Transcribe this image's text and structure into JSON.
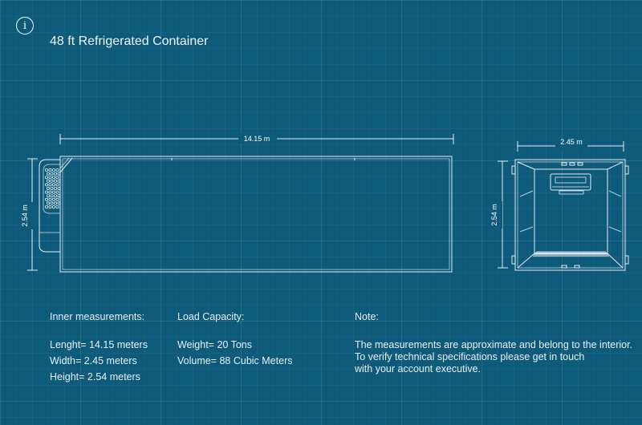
{
  "page": {
    "title": "48 ft Refrigerated Container",
    "info_icon": "info-icon"
  },
  "diagram": {
    "side_view": {
      "length_label": "14.15 m",
      "height_label": "2.54 m"
    },
    "end_view": {
      "width_label": "2.45 m",
      "height_label": "2.54 m"
    }
  },
  "specs": {
    "inner": {
      "heading": "Inner measurements:",
      "length": "Lenght= 14.15 meters",
      "width": "Width= 2.45 meters",
      "height": "Height= 2.54 meters"
    },
    "load": {
      "heading": "Load Capacity:",
      "weight": "Weight= 20 Tons",
      "volume": "Volume= 88 Cubic Meters"
    },
    "note": {
      "heading": "Note:",
      "line1": "The measurements are approximate and belong to the interior.",
      "line2": "To verify technical specifications please get in touch",
      "line3": "with your account executive."
    }
  },
  "colors": {
    "background": "#0e5a7a",
    "line": "#ffffff"
  }
}
